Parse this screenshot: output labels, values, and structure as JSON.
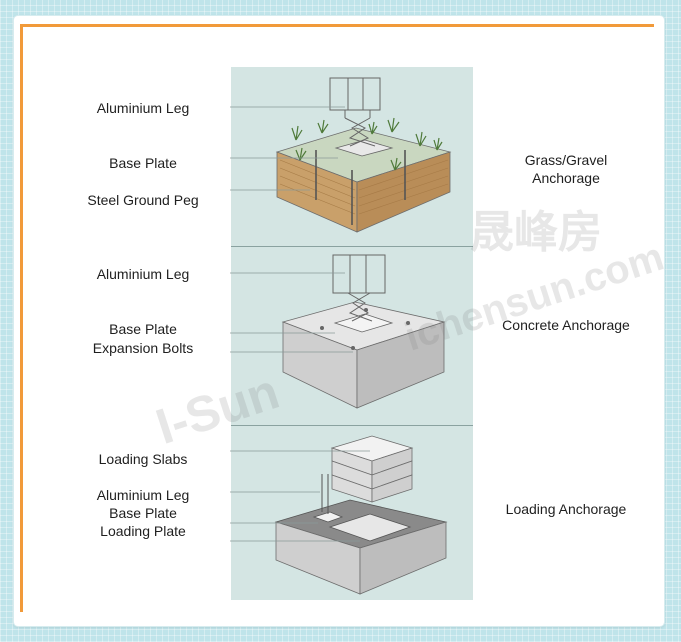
{
  "section1": {
    "labels": [
      "Aluminium Leg",
      "Base Plate",
      "Steel Ground Peg"
    ],
    "anchorage": [
      "Grass/Gravel",
      "Anchorage"
    ]
  },
  "section2": {
    "labels": [
      "Aluminium Leg",
      "Base Plate",
      "Expansion Bolts"
    ],
    "anchorage": "Concrete Anchorage"
  },
  "section3": {
    "labels": [
      "Loading Slabs",
      "Aluminium Leg",
      "Base Plate",
      "Loading Plate"
    ],
    "anchorage": "Loading Anchorage"
  },
  "watermark": {
    "chinese": "晟峰房",
    "latin": "I-Sun",
    "domain": "ichensun.com"
  },
  "colors": {
    "orange_accent": "#f19a3a",
    "panel_bg": "#d4e5e3",
    "page_bg": "#bfe4ea"
  }
}
